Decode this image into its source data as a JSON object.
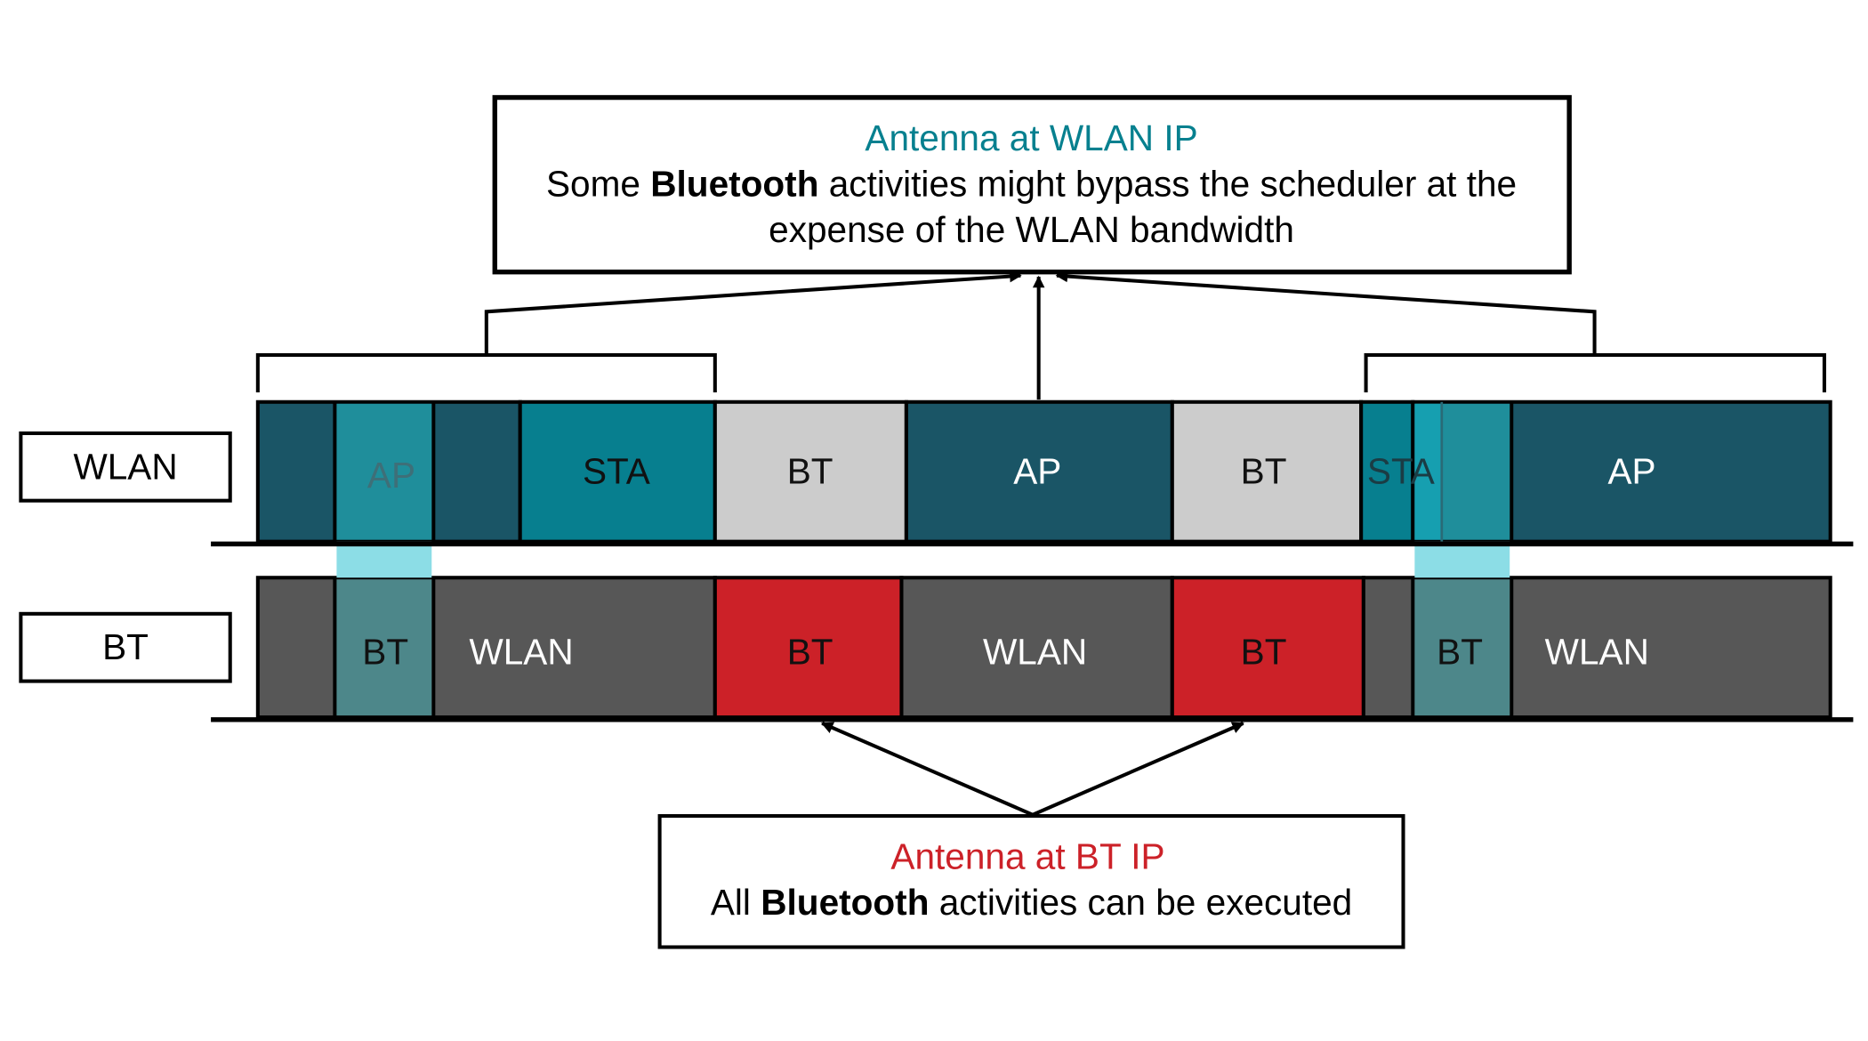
{
  "colors": {
    "teal_dark": "#1a5566",
    "teal": "#077f8f",
    "teal_mid": "#1f8e9b",
    "teal_bright": "#169fb0",
    "cyan_light": "#8cdde6",
    "bt_overlay": "#4d878a",
    "gray_dark": "#575757",
    "gray_light": "#cccccc",
    "red": "#cc2128",
    "black": "#000000",
    "white": "#ffffff"
  },
  "top_callout": {
    "title": "Antenna at WLAN IP",
    "line1_pre": "Some ",
    "line1_bold": "Bluetooth",
    "line1_post": " activities might bypass the scheduler at the",
    "line2": "expense of the WLAN bandwidth"
  },
  "bottom_callout": {
    "title": "Antenna at BT IP",
    "line1_pre": "All ",
    "line1_bold": "Bluetooth",
    "line1_post": " activities can be executed"
  },
  "rows": {
    "wlan_label": "WLAN",
    "bt_label": "BT"
  },
  "wlan_row": {
    "ap1": "AP",
    "sta1": "STA",
    "bt1": "BT",
    "ap2": "AP",
    "bt2": "BT",
    "sta2": "STA",
    "ap3": "AP"
  },
  "bt_row": {
    "bt1": "BT",
    "wlan1": "WLAN",
    "bt2": "BT",
    "wlan2": "WLAN",
    "bt3": "BT",
    "bt4": "BT",
    "wlan3": "WLAN"
  }
}
